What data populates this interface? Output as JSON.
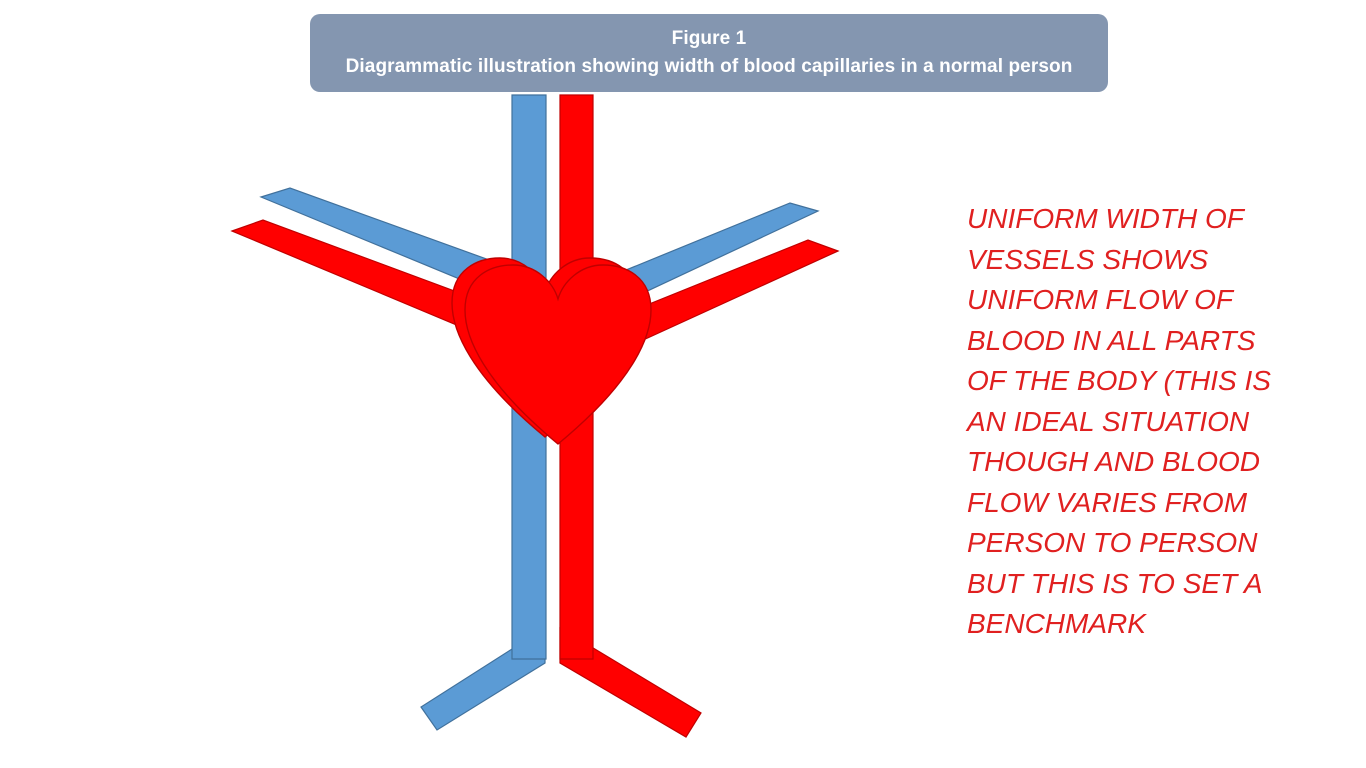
{
  "figure": {
    "label": "Figure 1",
    "caption": "Diagrammatic illustration showing width of blood capillaries in a normal person",
    "banner_color": "#8496b0",
    "banner_text_color": "#ffffff"
  },
  "annotation": {
    "text": "UNIFORM WIDTH OF VESSELS SHOWS UNIFORM FLOW OF BLOOD IN ALL PARTS OF THE BODY (THIS IS AN IDEAL SITUATION THOUGH AND BLOOD FLOW VARIES FROM PERSON TO PERSON BUT THIS IS TO SET A BENCHMARK",
    "lines": [
      "UNIFORM WIDTH OF",
      "VESSELS SHOWS",
      "UNIFORM FLOW OF",
      "BLOOD IN ALL PARTS",
      "OF THE BODY (THIS IS",
      "AN IDEAL SITUATION",
      "THOUGH AND BLOOD",
      "FLOW VARIES FROM",
      "PERSON TO PERSON",
      "BUT THIS IS TO SET A",
      "BENCHMARK"
    ],
    "color": "#e02020",
    "style": "italic-uppercase"
  },
  "diagram": {
    "name": "blood-circulation-diagram",
    "background": "#ffffff",
    "colors": {
      "vein_blue": "#5b9bd5",
      "artery_red": "#ff0000",
      "vessel_outline": "#41719c",
      "heart_fill": "#ff0000",
      "heart_outline": "#c00000"
    },
    "parts": [
      {
        "name": "vein-trunk-upper",
        "color": "vein_blue",
        "label": "vein"
      },
      {
        "name": "artery-trunk-upper",
        "color": "artery_red",
        "label": "artery"
      },
      {
        "name": "vein-arm-left",
        "color": "vein_blue",
        "label": "vein"
      },
      {
        "name": "artery-arm-left",
        "color": "artery_red",
        "label": "artery"
      },
      {
        "name": "vein-arm-right",
        "color": "vein_blue",
        "label": "vein"
      },
      {
        "name": "artery-arm-right",
        "color": "artery_red",
        "label": "artery"
      },
      {
        "name": "vein-trunk-lower",
        "color": "vein_blue",
        "label": "vein"
      },
      {
        "name": "artery-trunk-lower",
        "color": "artery_red",
        "label": "artery"
      },
      {
        "name": "vein-leg-left",
        "color": "vein_blue",
        "label": "vein"
      },
      {
        "name": "artery-leg-right",
        "color": "artery_red",
        "label": "artery"
      },
      {
        "name": "heart",
        "color": "heart_fill",
        "label": "heart"
      }
    ]
  }
}
